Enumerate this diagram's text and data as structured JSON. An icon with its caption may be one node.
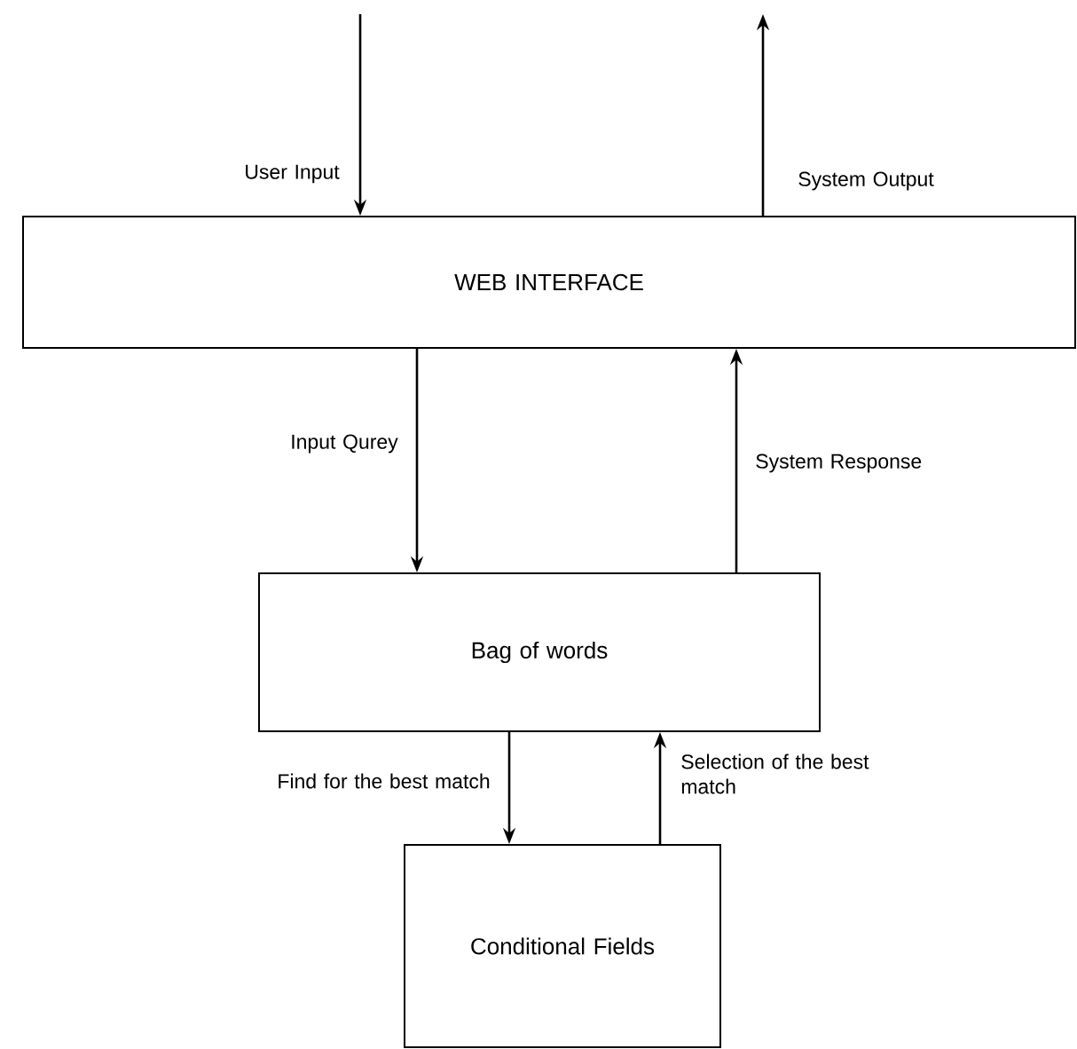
{
  "diagram": {
    "nodes": [
      {
        "text": [
          "WEB INTERFACE"
        ]
      },
      {
        "text": [
          "Bag of words"
        ]
      },
      {
        "text": [
          "Conditional Fields"
        ]
      }
    ],
    "edges": [
      {
        "from": null,
        "to": 0,
        "arrow": "to",
        "label": "User Input"
      },
      {
        "from": 0,
        "to": null,
        "arrow": "to",
        "label": "System Output"
      },
      {
        "from": 0,
        "to": 1,
        "arrow": "to",
        "label": "Input Qurey"
      },
      {
        "from": 1,
        "to": 0,
        "arrow": "to",
        "label": "System Response"
      },
      {
        "from": 1,
        "to": 2,
        "arrow": "to",
        "label": "Find for the best match"
      },
      {
        "from": 2,
        "to": 1,
        "arrow": "to",
        "label": "Selection of the best match"
      }
    ]
  }
}
